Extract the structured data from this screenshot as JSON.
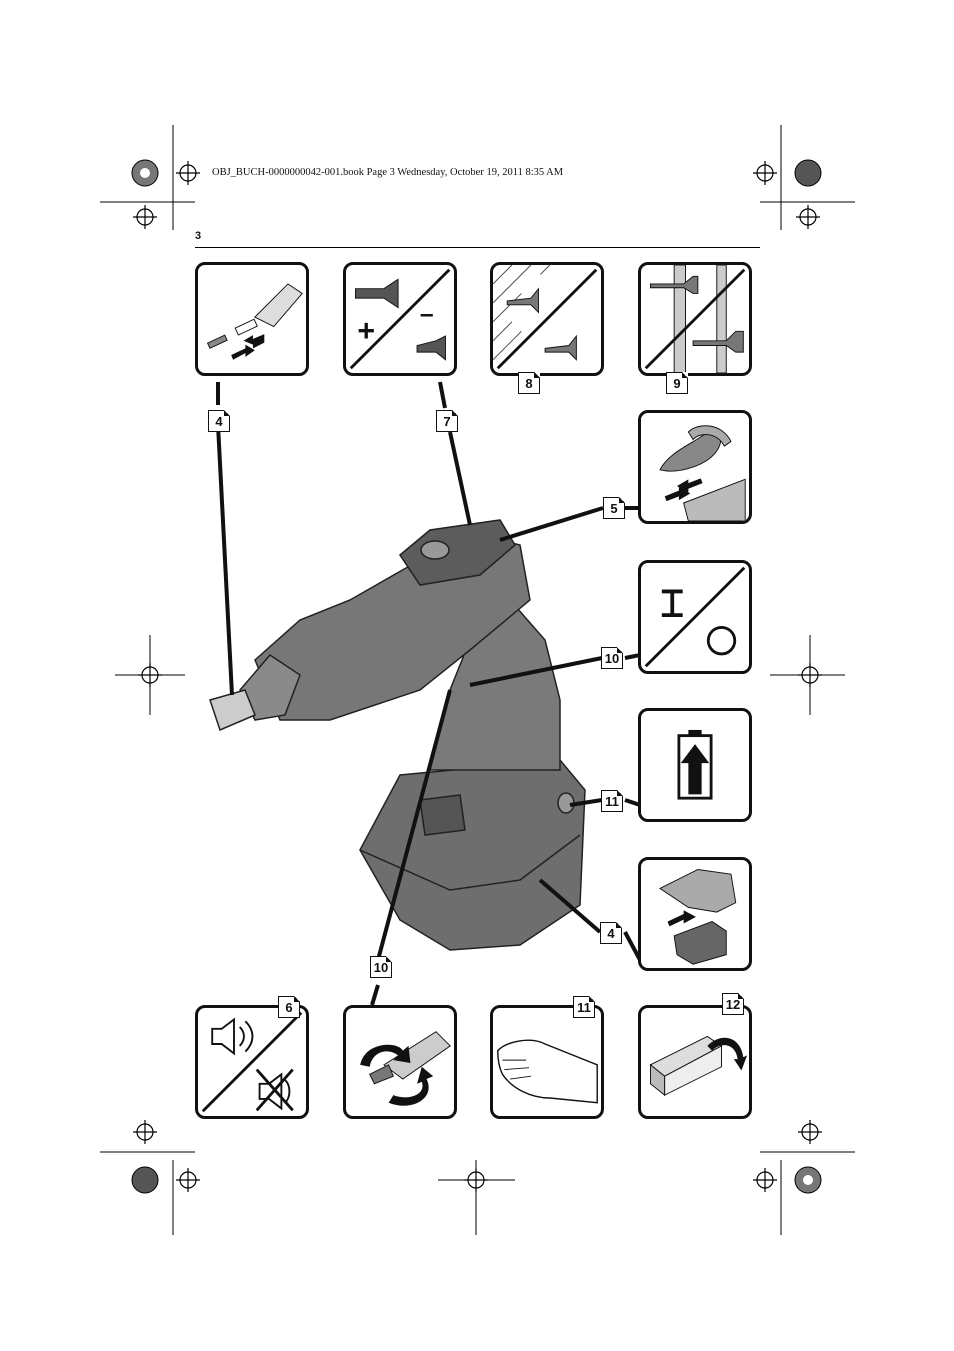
{
  "header": {
    "print_line": "OBJ_BUCH-0000000042-001.book  Page 3  Wednesday, October 19, 2011  8:35 AM",
    "page_number": "3"
  },
  "callouts": {
    "bit_change": "4",
    "depth_adjust": "7",
    "drywall_wood": "8",
    "sheet_metal": "9",
    "belt_clip": "5",
    "on_off": "10",
    "battery_charge": "11",
    "battery_remove": "4",
    "sound": "6",
    "rotation": "10",
    "hand": "11",
    "box": "12"
  },
  "icons": {
    "on_symbol": "I",
    "plus_symbol": "+",
    "minus_symbol": "–"
  }
}
